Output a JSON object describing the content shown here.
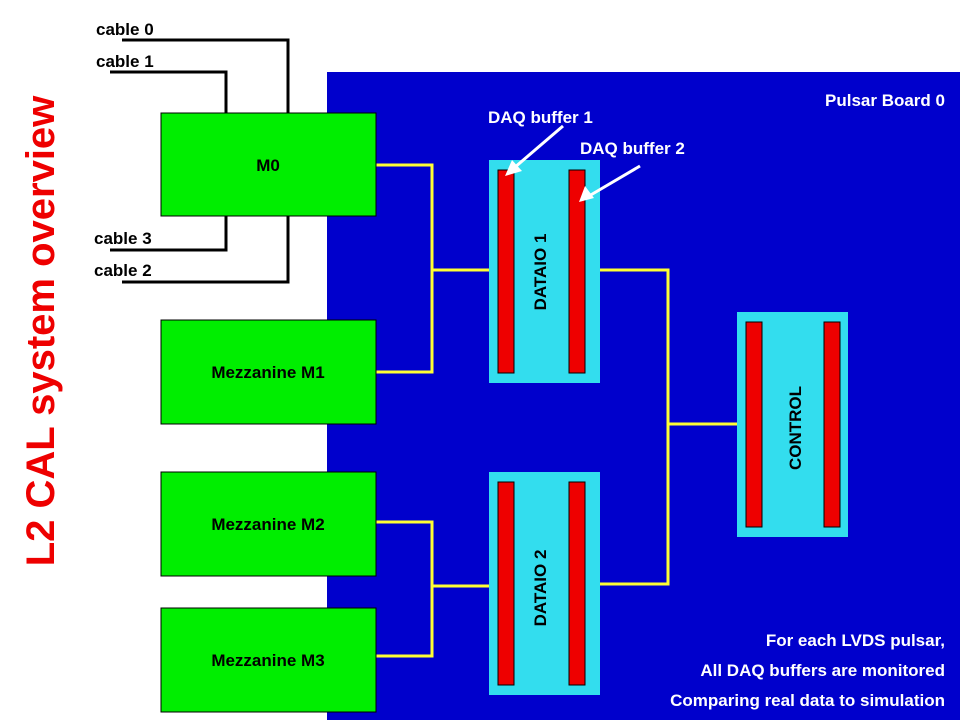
{
  "title": "L2 CAL system overview",
  "board": {
    "label": "Pulsar Board 0"
  },
  "cables": {
    "cable0": "cable 0",
    "cable1": "cable 1",
    "cable2": "cable 2",
    "cable3": "cable 3"
  },
  "mezzanines": {
    "m0": "M0",
    "m1": "Mezzanine M1",
    "m2": "Mezzanine M2",
    "m3": "Mezzanine M3"
  },
  "dataio": {
    "d1": "DATAIO 1",
    "d2": "DATAIO 2"
  },
  "control": "CONTROL",
  "buffers": {
    "b1": "DAQ buffer 1",
    "b2": "DAQ buffer 2"
  },
  "notes": [
    "For each LVDS pulsar,",
    "All DAQ buffers are monitored",
    "Comparing real data to simulation"
  ],
  "colors": {
    "board": "#0000cc",
    "mezzanine": "#00ee00",
    "dataio": "#33ddee",
    "buffer": "#ee0000",
    "connector": "#ffff33",
    "title": "#ee0000",
    "label": "#ffffff",
    "cable": "#000000"
  }
}
